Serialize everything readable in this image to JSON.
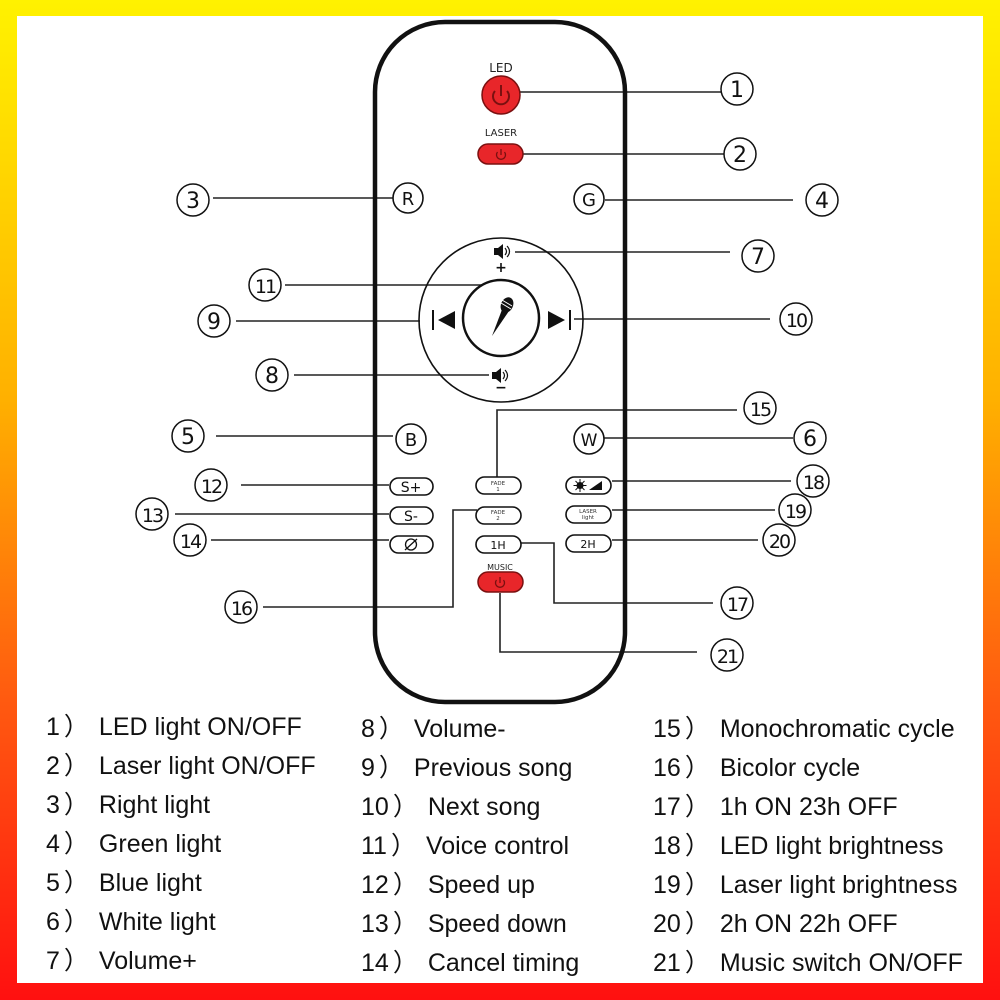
{
  "colors": {
    "frame_top": "#fff200",
    "frame_bottom": "#ff1010",
    "button_red": "#e8262a",
    "line": "#222222"
  },
  "remote": {
    "led_label": "LED",
    "laser_label": "LASER",
    "music_label": "MUSIC",
    "r_label": "R",
    "g_label": "G",
    "b_label": "B",
    "w_label": "W",
    "s_plus_label": "S+",
    "s_minus_label": "S-",
    "fade1_label": "FADE",
    "fade1_num": "1",
    "fade2_label": "FADE",
    "fade2_num": "2",
    "laser_light_label_top": "LASER",
    "laser_light_label_bottom": "light",
    "one_h_label": "1H",
    "two_h_label": "2H",
    "vol_plus_sign": "+",
    "vol_minus_sign": "−",
    "icons": [
      "power-icon",
      "speaker-icon",
      "microphone-icon",
      "previous-icon",
      "next-icon",
      "sun-icon",
      "brightness-ramp-icon",
      "timer-cancel-icon"
    ]
  },
  "callouts": [
    "1",
    "2",
    "3",
    "4",
    "5",
    "6",
    "7",
    "8",
    "9",
    "10",
    "11",
    "12",
    "13",
    "14",
    "15",
    "16",
    "17",
    "18",
    "19",
    "20",
    "21"
  ],
  "legend": {
    "col1": [
      {
        "num": "1",
        "text": "LED light ON/OFF"
      },
      {
        "num": "2",
        "text": "Laser light ON/OFF"
      },
      {
        "num": "3",
        "text": "Right light"
      },
      {
        "num": "4",
        "text": "Green light"
      },
      {
        "num": "5",
        "text": "Blue light"
      },
      {
        "num": "6",
        "text": "White light"
      },
      {
        "num": "7",
        "text": "Volume+"
      }
    ],
    "col2": [
      {
        "num": "8",
        "text": "Volume-"
      },
      {
        "num": "9",
        "text": "Previous song"
      },
      {
        "num": "10",
        "text": "Next song"
      },
      {
        "num": "11",
        "text": "Voice control"
      },
      {
        "num": "12",
        "text": "Speed up"
      },
      {
        "num": "13",
        "text": "Speed down"
      },
      {
        "num": "14",
        "text": "Cancel timing"
      }
    ],
    "col3": [
      {
        "num": "15",
        "text": "Monochromatic cycle"
      },
      {
        "num": "16",
        "text": "Bicolor cycle"
      },
      {
        "num": "17",
        "text": "1h ON 23h OFF"
      },
      {
        "num": "18",
        "text": "LED light brightness"
      },
      {
        "num": "19",
        "text": "Laser light brightness"
      },
      {
        "num": "20",
        "text": "2h ON 22h OFF"
      },
      {
        "num": "21",
        "text": "Music switch ON/OFF"
      }
    ],
    "paren": "）"
  }
}
